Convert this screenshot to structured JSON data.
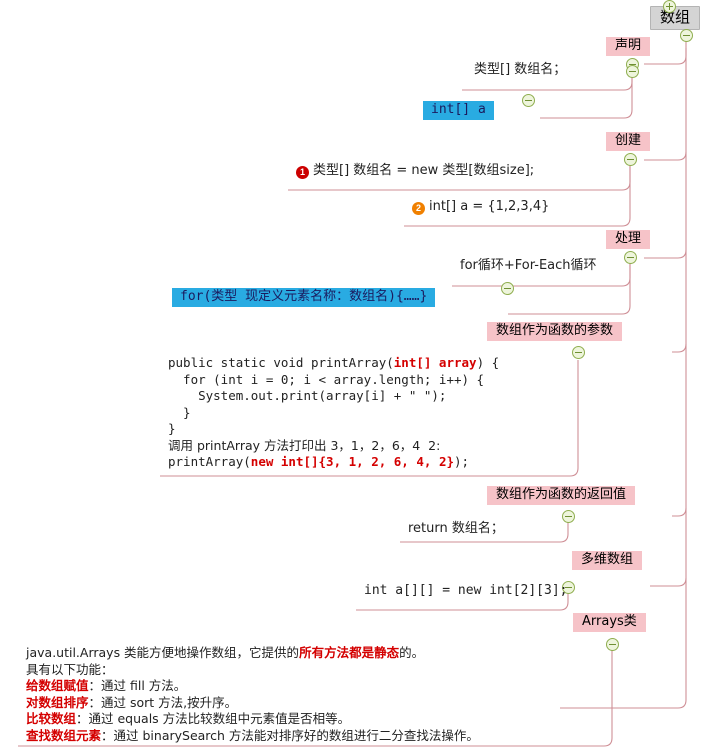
{
  "map": {
    "title": "数组",
    "root": {
      "label": "数组",
      "toggle": "plus-icon"
    },
    "branches": [
      {
        "label": "声明",
        "children": [
          {
            "text": "类型[] 数组名；",
            "style": "plain"
          },
          {
            "text": "int[] a",
            "style": "highlight"
          }
        ]
      },
      {
        "label": "创建",
        "children": [
          {
            "badge": "1",
            "text": "类型[] 数组名 = new 类型[数组size];",
            "style": "plain"
          },
          {
            "badge": "2",
            "text": "int[] a = {1,2,3,4}",
            "style": "plain"
          }
        ]
      },
      {
        "label": "处理",
        "children": [
          {
            "text": "for循环+For-Each循环",
            "style": "plain"
          },
          {
            "text": "for(类型 现定义元素名称：数组名){……}",
            "style": "highlight"
          }
        ]
      },
      {
        "label": "数组作为函数的参数",
        "children": [
          {
            "style": "code",
            "lines": [
              "public static void printArray(int[] array) {",
              "  for (int i = 0; i < array.length; i++) {",
              "    System.out.print(array[i] + \" \");",
              "  }",
              "}",
              "调用 printArray 方法打印出 3，1，2，6，4  2:",
              "printArray(new int[]{3, 1, 2, 6, 4, 2});"
            ]
          }
        ]
      },
      {
        "label": "数组作为函数的返回值",
        "children": [
          {
            "text": "return 数组名；",
            "style": "plain"
          }
        ]
      },
      {
        "label": "多维数组",
        "children": [
          {
            "text": "int a[][] = new int[2][3];",
            "style": "plain"
          }
        ]
      },
      {
        "label": "Arrays类",
        "children": [
          {
            "style": "code",
            "lines": [
              "java.util.Arrays 类能方便地操作数组，它提供的所有方法都是静态的。",
              "具有以下功能：",
              "给数组赋值：通过 fill 方法。",
              "对数组排序：通过 sort 方法,按升序。",
              "比较数组：通过 equals 方法比较数组中元素值是否相等。",
              "查找数组元素：通过 binarySearch 方法能对排序好的数组进行二分查找法操作。"
            ]
          }
        ]
      }
    ]
  },
  "code": {
    "param_block": {
      "l1_a": "public static void printArray(",
      "l1_kw": "int[] array",
      "l1_b": ") {",
      "l2": "  for (int i = 0; i < array.length; i++) {",
      "l3": "    System.out.print(array[i] + \" \");",
      "l4": "  }",
      "l5": "}",
      "l6": "调用 printArray 方法打印出 3，1，2，6，4  2:",
      "l7_a": "printArray(",
      "l7_kw": "new int[]{3, 1, 2, 6, 4, 2}",
      "l7_b": ");"
    },
    "arrays_block": {
      "l1_a": "java.util.Arrays 类能方便地操作数组，它提供的",
      "l1_red": "所有方法都是静态",
      "l1_b": "的。",
      "l2": "具有以下功能：",
      "l3_red": "给数组赋值",
      "l3_b": "：通过 fill 方法。",
      "l4_red": "对数组排序",
      "l4_b": "：通过 sort 方法,按升序。",
      "l5_red": "比较数组",
      "l5_b": "：通过 equals 方法比较数组中元素值是否相等。",
      "l6_red": "查找数组元素",
      "l6_b": "：通过 binarySearch 方法能对排序好的数组进行二分查找法操作。"
    }
  },
  "leaves": {
    "decl_1": "类型[] 数组名；",
    "decl_2": "int[] a",
    "create_1": "类型[] 数组名 = new 类型[数组size];",
    "create_2": "int[] a = {1,2,3,4}",
    "create_badge_1": "1",
    "create_badge_2": "2",
    "proc_1": "for循环+For-Each循环",
    "proc_2": "for(类型 现定义元素名称：数组名){……}",
    "ret_1": "return 数组名；",
    "multi_1": "int a[][] = new int[2][3];"
  },
  "labels": {
    "root": "数组",
    "declare": "声明",
    "create": "创建",
    "process": "处理",
    "param": "数组作为函数的参数",
    "retval": "数组作为函数的返回值",
    "multidim": "多维数组",
    "arrays": "Arrays类"
  },
  "colors": {
    "root_bg": "#d4d4d4",
    "category_bg": "#f6c3c8",
    "highlight_bg": "#29abe2",
    "wire": "#cf8f96",
    "accent_red": "#d40000",
    "badge_1": "#cc0000",
    "badge_2": "#f08000",
    "toggle_border": "#8fae4f"
  }
}
